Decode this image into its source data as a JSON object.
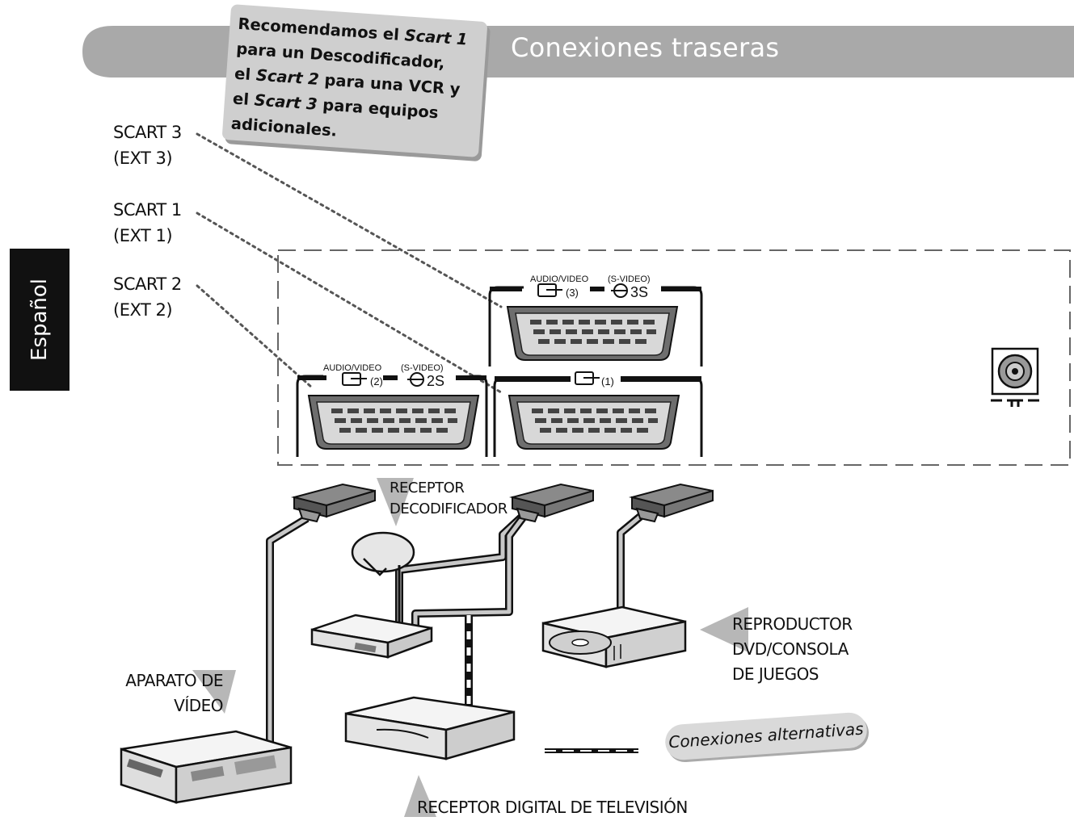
{
  "header": {
    "title": "Conexiones traseras"
  },
  "language_tab": {
    "label": "Español"
  },
  "note": {
    "line1_a": "Recomendamos el ",
    "line1_b": "Scart 1",
    "line2": "para un Descodificador,",
    "line3_a": "el ",
    "line3_b": "Scart 2",
    "line3_c": " para una VCR y",
    "line4_a": "el ",
    "line4_b": "Scart 3",
    "line4_c": " para equipos",
    "line5": "adicionales."
  },
  "scart_labels": [
    {
      "name": "SCART 3",
      "ext": "(EXT 3)"
    },
    {
      "name": "SCART 1",
      "ext": "(EXT 1)"
    },
    {
      "name": "SCART 2",
      "ext": "(EXT 2)"
    }
  ],
  "ports": {
    "p3": {
      "audio": "AUDIO/VIDEO",
      "svideo": "(S-VIDEO)",
      "num": "(3)",
      "s": "3S"
    },
    "p2": {
      "audio": "AUDIO/VIDEO",
      "svideo": "(S-VIDEO)",
      "num": "(2)",
      "s": "2S"
    },
    "p1": {
      "num": "(1)"
    }
  },
  "devices": {
    "receptor_decod": {
      "line1": "RECEPTOR",
      "line2": "DECODIFICADOR"
    },
    "dvd": {
      "line1": "REPRODUCTOR",
      "line2": "DVD/CONSOLA",
      "line3": "DE JUEGOS"
    },
    "video": {
      "line1": "APARATO DE",
      "line2": "VÍDEO"
    },
    "digital": {
      "label": "RECEPTOR DIGITAL DE TELEVISIÓN"
    }
  },
  "legend": {
    "alternative": "Conexiones alternativas"
  }
}
